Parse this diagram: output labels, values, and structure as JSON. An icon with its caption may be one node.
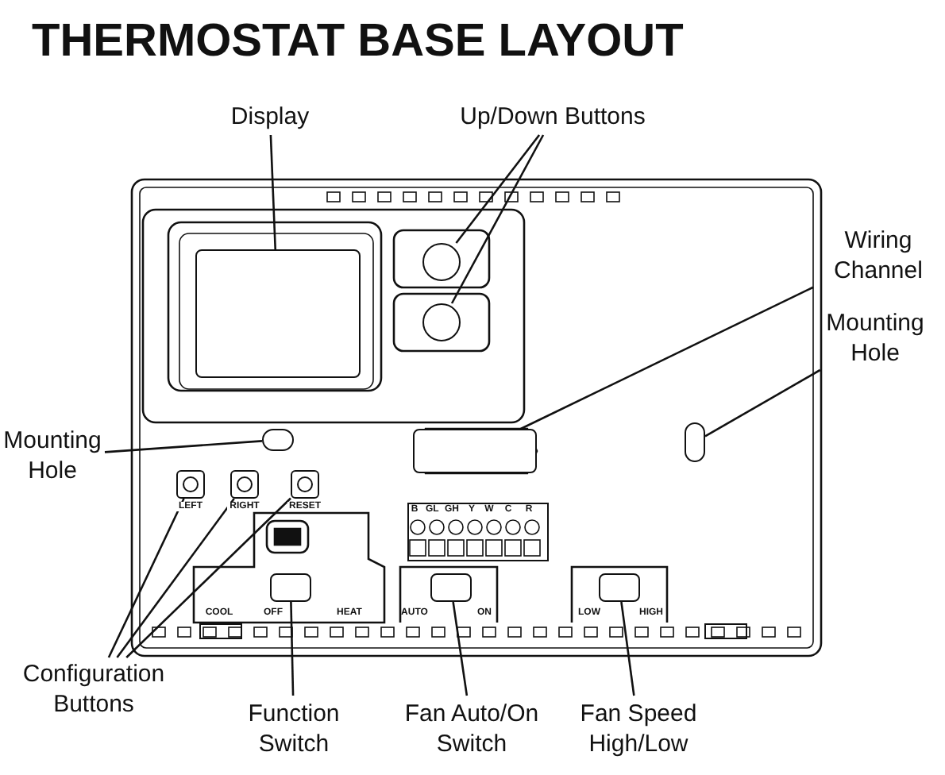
{
  "diagram": {
    "title": "THERMOSTAT BASE LAYOUT",
    "nodes": [
      {
        "text": [
          "Display"
        ]
      },
      {
        "text": [
          "Up/Down Buttons"
        ]
      },
      {
        "text": [
          "Wiring Channel"
        ]
      },
      {
        "text": [
          "Mounting Hole"
        ]
      },
      {
        "text": [
          "Mounting Hole"
        ]
      },
      {
        "text": [
          "Configuration Buttons"
        ]
      },
      {
        "text": [
          "Function Switch"
        ]
      },
      {
        "text": [
          "Fan Auto/On Switch"
        ]
      },
      {
        "text": [
          "Fan Speed High/Low"
        ]
      },
      {
        "text": [],
        "shape": "box"
      },
      {
        "text": [],
        "shape": "circle"
      },
      {
        "text": [],
        "shape": "circle"
      },
      {
        "text": [],
        "shape": "box"
      },
      {
        "text": [],
        "shape": "circle"
      },
      {
        "text": [],
        "shape": "circle"
      },
      {
        "text": [],
        "shape": "box",
        "beside": [
          "LEFT"
        ]
      },
      {
        "text": [],
        "shape": "box",
        "beside": [
          "RIGHT"
        ]
      },
      {
        "text": [],
        "shape": "box",
        "beside": [
          "RESET"
        ]
      },
      {
        "text": [],
        "shape": "box"
      },
      {
        "text": [],
        "shape": "box"
      },
      {
        "text": [],
        "shape": "box"
      }
    ],
    "edges": [
      {
        "from": 0,
        "to": 9,
        "arrow": "none"
      },
      {
        "from": 1,
        "to": 10,
        "arrow": "none"
      },
      {
        "from": 1,
        "to": 11,
        "arrow": "none"
      },
      {
        "from": 2,
        "to": 12,
        "arrow": "none"
      },
      {
        "from": 3,
        "to": 13,
        "arrow": "none"
      },
      {
        "from": 4,
        "to": 14,
        "arrow": "none"
      },
      {
        "from": 5,
        "to": 15,
        "arrow": "none"
      },
      {
        "from": 5,
        "to": 16,
        "arrow": "none"
      },
      {
        "from": 5,
        "to": 17,
        "arrow": "none"
      },
      {
        "from": 6,
        "to": 18,
        "arrow": "none"
      },
      {
        "from": 7,
        "to": 19,
        "arrow": "none"
      },
      {
        "from": 8,
        "to": 20,
        "arrow": "none"
      }
    ],
    "labels": [
      "B",
      "GL",
      "GH",
      "Y",
      "W",
      "C",
      "R",
      "COOL",
      "OFF",
      "HEAT",
      "AUTO",
      "ON",
      "LOW",
      "HIGH"
    ]
  }
}
